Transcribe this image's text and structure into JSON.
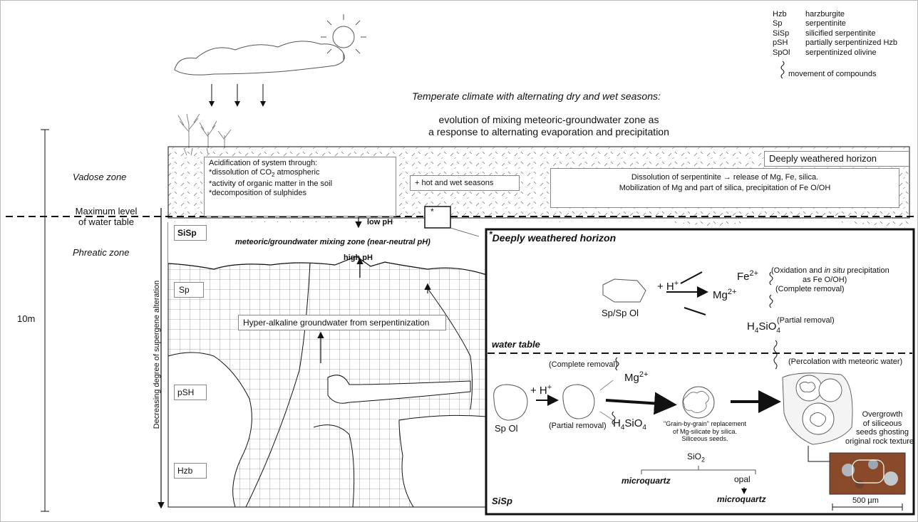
{
  "legend": {
    "items": [
      {
        "abbr": "Hzb",
        "name": "harzburgite"
      },
      {
        "abbr": "Sp",
        "name": "serpentinite"
      },
      {
        "abbr": "SiSp",
        "name": "silicified serpentinite"
      },
      {
        "abbr": "pSH",
        "name": "partially serpentinized Hzb"
      },
      {
        "abbr": "SpOl",
        "name": "serpentinized olivine"
      }
    ],
    "movement": "movement of compounds"
  },
  "header": {
    "climate": "Temperate climate with alternating dry and wet seasons:",
    "evolution_line1": "evolution of mixing meteoric-groundwater zone as",
    "evolution_line2": "a response to alternating evaporation and precipitation"
  },
  "scale": {
    "label": "10m"
  },
  "zones": {
    "vadose": "Vadose zone",
    "max_level_1": "Maximum level",
    "max_level_2": "of water table",
    "phreatic": "Phreatic zone",
    "alteration_axis": "Decreasing degree of supergene alteration"
  },
  "profile": {
    "weathered_title": "Deeply weathered horizon",
    "acid_title": "Acidification of system through:",
    "acid_1a": "*dissolution of CO",
    "acid_1sub": "2",
    "acid_1b": " atmospheric",
    "acid_2": "*activity of organic matter in the soil",
    "acid_3": "*decomposition of sulphides",
    "seasons": "+ hot and wet seasons",
    "dissolution_1": "Dissolution of serpentinite → release of Mg, Fe, silica.",
    "dissolution_2": "Mobilization of Mg and part of silica, precipitation of Fe O/OH",
    "low_ph": "low pH",
    "high_ph": "high pH",
    "mixing_zone": "meteoric/groundwater mixing zone (near-neutral pH)",
    "hyper_alkaline": "Hyper-alkaline groundwater from serpentinization",
    "label_sisp": "SiSp",
    "label_sp": "Sp",
    "label_psh": "pSH",
    "label_hzb": "Hzb"
  },
  "inset": {
    "star": "*",
    "title": "Deeply weathered horizon",
    "fe": "Fe",
    "fe_sup": "2+",
    "fe_note_a": "(Oxidation and ",
    "fe_note_it": "in situ",
    "fe_note_b": " precipitation",
    "fe_note_2": "as Fe O/OH)",
    "h_plus": "+ H",
    "h_sup": "+",
    "mg": "Mg",
    "mg_sup": "2+",
    "complete_removal": "(Complete removal)",
    "partial_removal": "(Partial removal)",
    "h4sio4_a": "H",
    "h4sio4_sub1": "4",
    "h4sio4_b": "SiO",
    "h4sio4_sub2": "4",
    "sp_spol": "Sp/Sp Ol",
    "water_table": "water table",
    "percolation": "(Percolation with meteoric water)",
    "complete_removal_2": "(Complete removal)",
    "mg2": "Mg",
    "mg2_sup": "2+",
    "h_plus_2": "+ H",
    "h2_sup": "+",
    "sp_ol": "Sp Ol",
    "partial_removal_2": "(Partial removal)",
    "h4sio4_2a": "H",
    "h4sio4_2sub1": "4",
    "h4sio4_2b": "SiO",
    "h4sio4_2sub2": "4",
    "grain_1": "\"Grain-by-grain\" replacement",
    "grain_2": "of Mg-silicate by silica.",
    "grain_3": "Siliceous seeds.",
    "sio2_a": "SiO",
    "sio2_sub": "2",
    "microquartz": "microquartz",
    "opal": "opal",
    "microquartz_2": "microquartz",
    "overgrowth_1": "Overgrowth",
    "overgrowth_2": "of siliceous",
    "overgrowth_3": "seeds ghosting",
    "overgrowth_4": "original rock texture",
    "scale_bar": "500 µm",
    "sisp": "SiSp"
  }
}
